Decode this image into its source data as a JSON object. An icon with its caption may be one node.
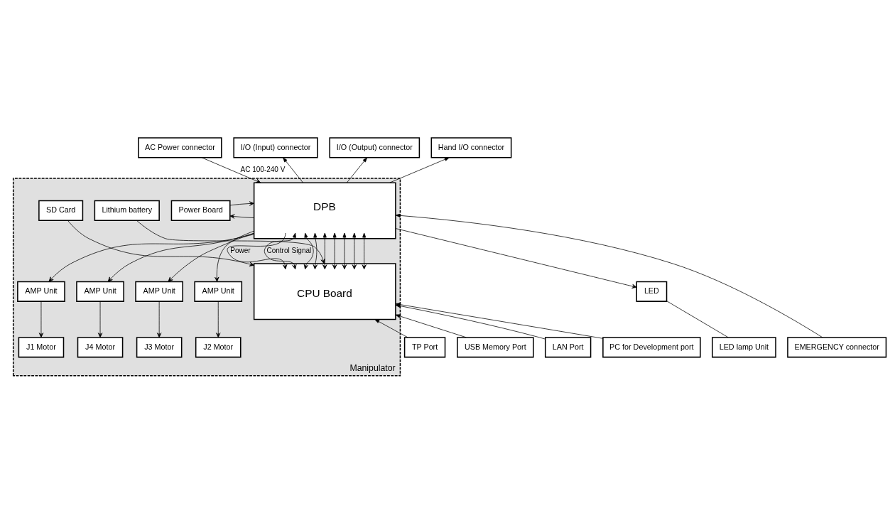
{
  "diagram": {
    "nodes": [
      {
        "text": [
          "Manipulator"
        ]
      },
      {
        "text": [
          "AC Power connector"
        ]
      },
      {
        "text": [
          "I/O (Input) connector"
        ]
      },
      {
        "text": [
          "I/O (Output) connector"
        ]
      },
      {
        "text": [
          "Hand I/O connector"
        ]
      },
      {
        "text": [
          "DPB"
        ],
        "in": 0
      },
      {
        "text": [
          "Power Board"
        ],
        "in": 0
      },
      {
        "text": [
          "AMP Unit"
        ],
        "in": 0
      },
      {
        "text": [
          "J4 Motor"
        ],
        "in": 0
      },
      {
        "text": [
          "AMP Unit"
        ],
        "in": 0
      },
      {
        "text": [
          "J3 Motor"
        ],
        "in": 0
      },
      {
        "text": [
          "AMP Unit"
        ],
        "in": 0
      },
      {
        "text": [
          "J2 Motor"
        ],
        "in": 0
      },
      {
        "text": [
          "AMP Unit"
        ],
        "in": 0
      },
      {
        "text": [
          "J1 Motor"
        ],
        "in": 0
      },
      {
        "text": [
          "CPU Board"
        ],
        "in": 0
      },
      {
        "text": [
          "LED"
        ]
      },
      {
        "text": [
          "LED lamp Unit"
        ]
      },
      {
        "text": [
          "Lithium battery"
        ],
        "in": 0
      },
      {
        "text": [
          "SD Card"
        ],
        "in": 0
      },
      {
        "text": [
          "EMERGENCY connector"
        ]
      },
      {
        "text": [
          "TP Port"
        ]
      },
      {
        "text": [
          "USB Memory Port"
        ]
      },
      {
        "text": [
          "LAN Port"
        ]
      },
      {
        "text": [
          "PC for Development port"
        ]
      }
    ],
    "edges": [
      {
        "from": 1,
        "to": 5,
        "arrow": "to",
        "label": "AC 100-240 V"
      },
      {
        "from": 5,
        "to": 2,
        "arrow": "to"
      },
      {
        "from": 5,
        "to": 3,
        "arrow": "to"
      },
      {
        "from": 5,
        "to": 4,
        "arrow": "to"
      },
      {
        "from": 5,
        "to": 6,
        "arrow": "to"
      },
      {
        "from": 6,
        "to": 5,
        "arrow": "to"
      },
      {
        "from": 20,
        "to": 5,
        "arrow": "to"
      },
      {
        "from": 5,
        "to": 7,
        "arrow": "to"
      },
      {
        "from": 7,
        "to": 8,
        "arrow": "to"
      },
      {
        "from": 5,
        "to": 9,
        "arrow": "to"
      },
      {
        "from": 9,
        "to": 10,
        "arrow": "to"
      },
      {
        "from": 5,
        "to": 11,
        "arrow": "to"
      },
      {
        "from": 11,
        "to": 12,
        "arrow": "to"
      },
      {
        "from": 5,
        "to": 13,
        "arrow": "to"
      },
      {
        "from": 13,
        "to": 14,
        "arrow": "to"
      },
      {
        "from": 5,
        "to": 16,
        "arrow": "to"
      },
      {
        "from": 16,
        "to": 17,
        "arrow": "none"
      },
      {
        "from": 5,
        "to": 15,
        "arrow": "to",
        "label": "Power"
      },
      {
        "from": 5,
        "to": 15,
        "arrow": "both",
        "label": "Control Signal"
      },
      {
        "from": 5,
        "to": 15,
        "arrow": "both"
      },
      {
        "from": 5,
        "to": 15,
        "arrow": "both"
      },
      {
        "from": 5,
        "to": 15,
        "arrow": "both"
      },
      {
        "from": 5,
        "to": 15,
        "arrow": "both"
      },
      {
        "from": 5,
        "to": 15,
        "arrow": "both"
      },
      {
        "from": 5,
        "to": 15,
        "arrow": "both"
      },
      {
        "from": 5,
        "to": 15,
        "arrow": "both"
      },
      {
        "from": 18,
        "to": 15,
        "arrow": "to"
      },
      {
        "from": 19,
        "to": 15,
        "arrow": "to"
      },
      {
        "from": 21,
        "to": 15,
        "arrow": "to"
      },
      {
        "from": 22,
        "to": 15,
        "arrow": "to"
      },
      {
        "from": 23,
        "to": 15,
        "arrow": "to"
      },
      {
        "from": 24,
        "to": 15,
        "arrow": "to"
      }
    ]
  }
}
